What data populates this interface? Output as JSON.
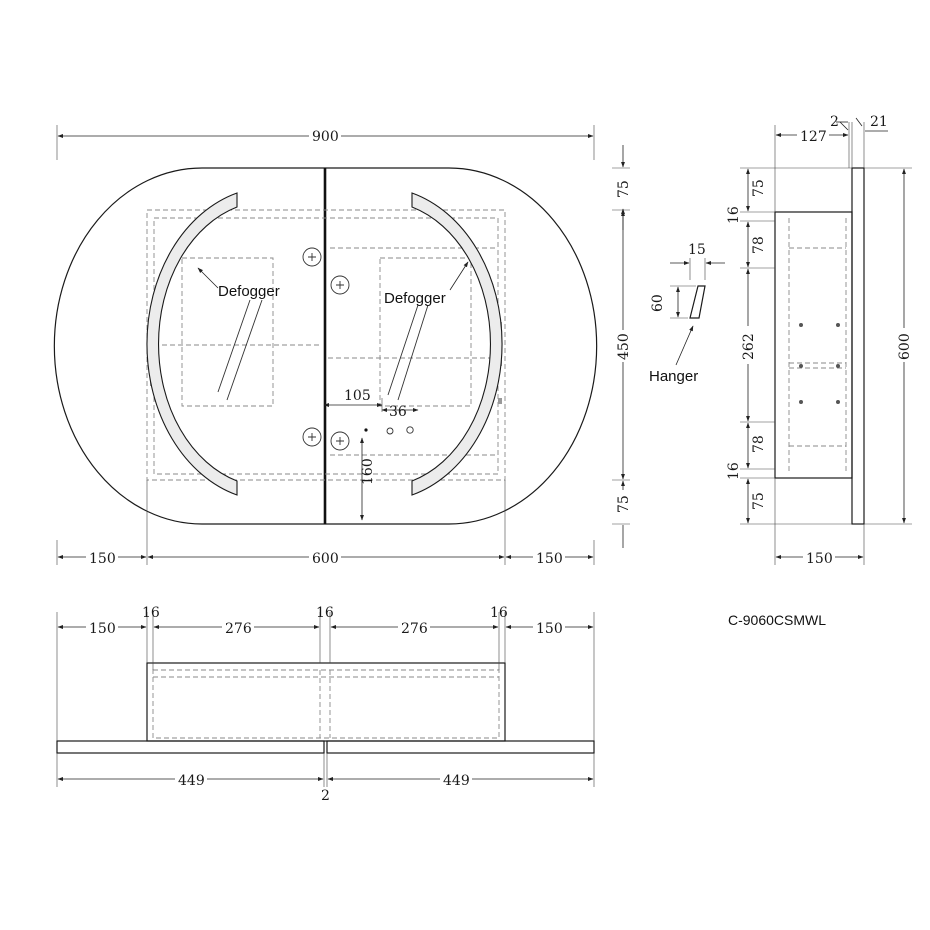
{
  "model_code": "C-9060CSMWL",
  "labels": {
    "defogger_left": "Defogger",
    "defogger_right": "Defogger",
    "hanger": "Hanger"
  },
  "front_view": {
    "overall_width": "900",
    "inner_width": "600",
    "left_margin": "150",
    "right_margin": "150",
    "overall_height": "450",
    "top_margin": "75",
    "bottom_margin": "75",
    "socket_offset_x": "105",
    "socket_spacing": "36",
    "socket_height": "160"
  },
  "hanger_detail": {
    "width": "15",
    "height": "60"
  },
  "side_view": {
    "depth": "127",
    "gap": "2",
    "glass": "21",
    "overall_height": "600",
    "top_margin": "75",
    "top_panel": "16",
    "top_shelf_gap": "78",
    "middle": "262",
    "bottom_shelf_gap": "78",
    "bottom_panel": "16",
    "bottom_margin": "75",
    "bottom_width": "150"
  },
  "top_view": {
    "left_margin": "150",
    "left_panel": "16",
    "left_bay": "276",
    "center_panel": "16",
    "right_bay": "276",
    "right_panel": "16",
    "right_margin": "150",
    "left_door": "449",
    "door_gap": "2",
    "right_door": "449"
  }
}
